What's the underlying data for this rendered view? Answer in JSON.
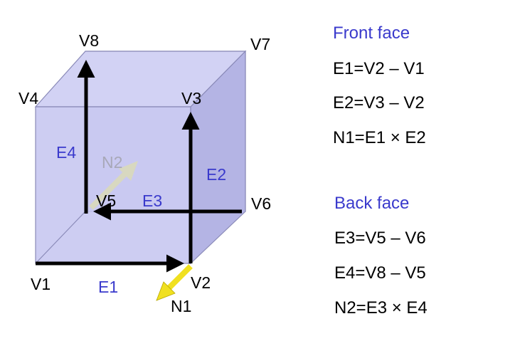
{
  "cube": {
    "vertices": {
      "v1": "V1",
      "v2": "V2",
      "v3": "V3",
      "v4": "V4",
      "v5": "V5",
      "v6": "V6",
      "v7": "V7",
      "v8": "V8"
    },
    "edges": {
      "e1": "E1",
      "e2": "E2",
      "e3": "E3",
      "e4": "E4"
    },
    "normals": {
      "n1": "N1",
      "n2": "N2"
    },
    "colors": {
      "face_fill": "#c8c8f0",
      "face_stroke": "#8a8ab8",
      "edge_label": "#3a3acc",
      "vector": "#000000",
      "n1_arrow": "#f0e020",
      "n2_arrow": "#d8d8c0"
    }
  },
  "equations": {
    "front_title": "Front face",
    "front": [
      "E1=V2 – V1",
      "E2=V3 – V2",
      "N1=E1 × E2"
    ],
    "back_title": "Back face",
    "back": [
      "E3=V5 – V6",
      "E4=V8 – V5",
      "N2=E3 × E4"
    ]
  }
}
